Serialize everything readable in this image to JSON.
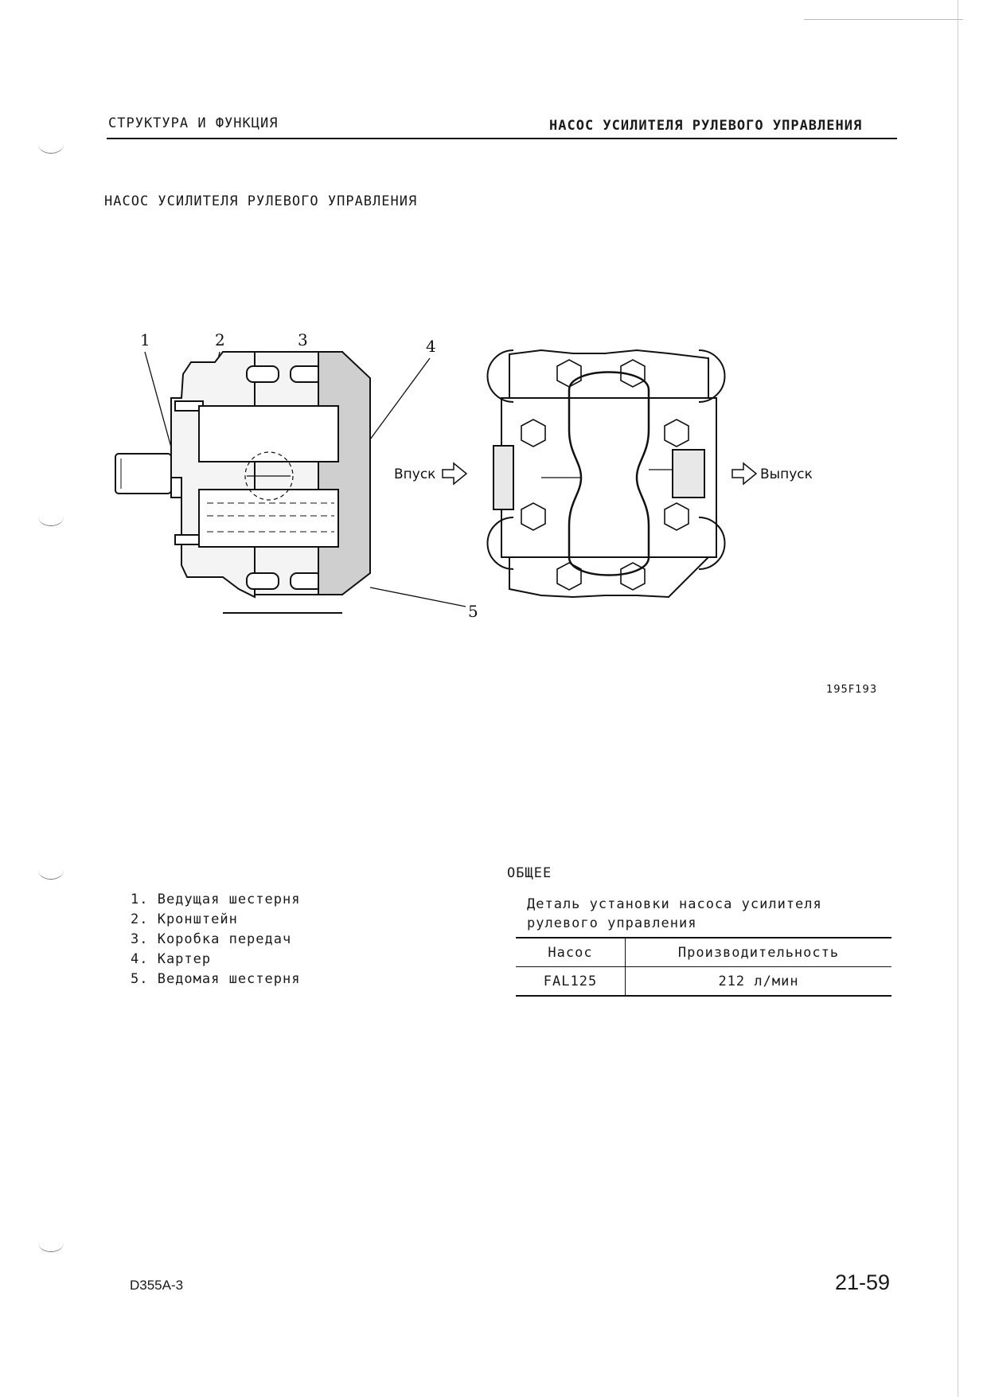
{
  "header": {
    "left": "СТРУКТУРА И ФУНКЦИЯ",
    "right": "НАСОС УСИЛИТЕЛЯ РУЛЕВОГО УПРАВЛЕНИЯ"
  },
  "title": "НАСОС УСИЛИТЕЛЯ РУЛЕВОГО УПРАВЛЕНИЯ",
  "diagram": {
    "callouts": [
      "1",
      "2",
      "3",
      "4",
      "5"
    ],
    "inlet_label": "Впуск",
    "outlet_label": "Выпуск",
    "figure_code": "195F193"
  },
  "legend": [
    "1. Ведущая шестерня",
    "2. Кронштейн",
    "3. Коробка передач",
    "4. Картер",
    "5. Ведомая шестерня"
  ],
  "general": {
    "heading": "ОБЩЕЕ",
    "caption_line1": "Деталь установки насоса усилителя",
    "caption_line2": "рулевого управления",
    "table": {
      "headers": [
        "Насос",
        "Производительность"
      ],
      "rows": [
        [
          "FAL125",
          "212 л/мин"
        ]
      ]
    }
  },
  "footer": {
    "model": "D355A-3",
    "page": "21-59"
  }
}
